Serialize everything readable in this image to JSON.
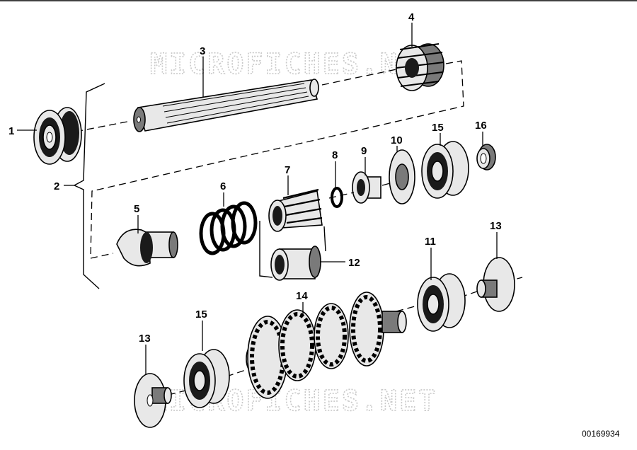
{
  "diagram": {
    "watermark": "MICROFICHES.NET",
    "drawing_number": "00169934",
    "part_labels": [
      "1",
      "2",
      "3",
      "4",
      "5",
      "6",
      "7",
      "8",
      "9",
      "10",
      "15",
      "16",
      "12",
      "11",
      "13",
      "14",
      "15",
      "13"
    ],
    "colors": {
      "ink": "#000000",
      "paper": "#ffffff",
      "watermark": "#c8c8c8"
    }
  }
}
